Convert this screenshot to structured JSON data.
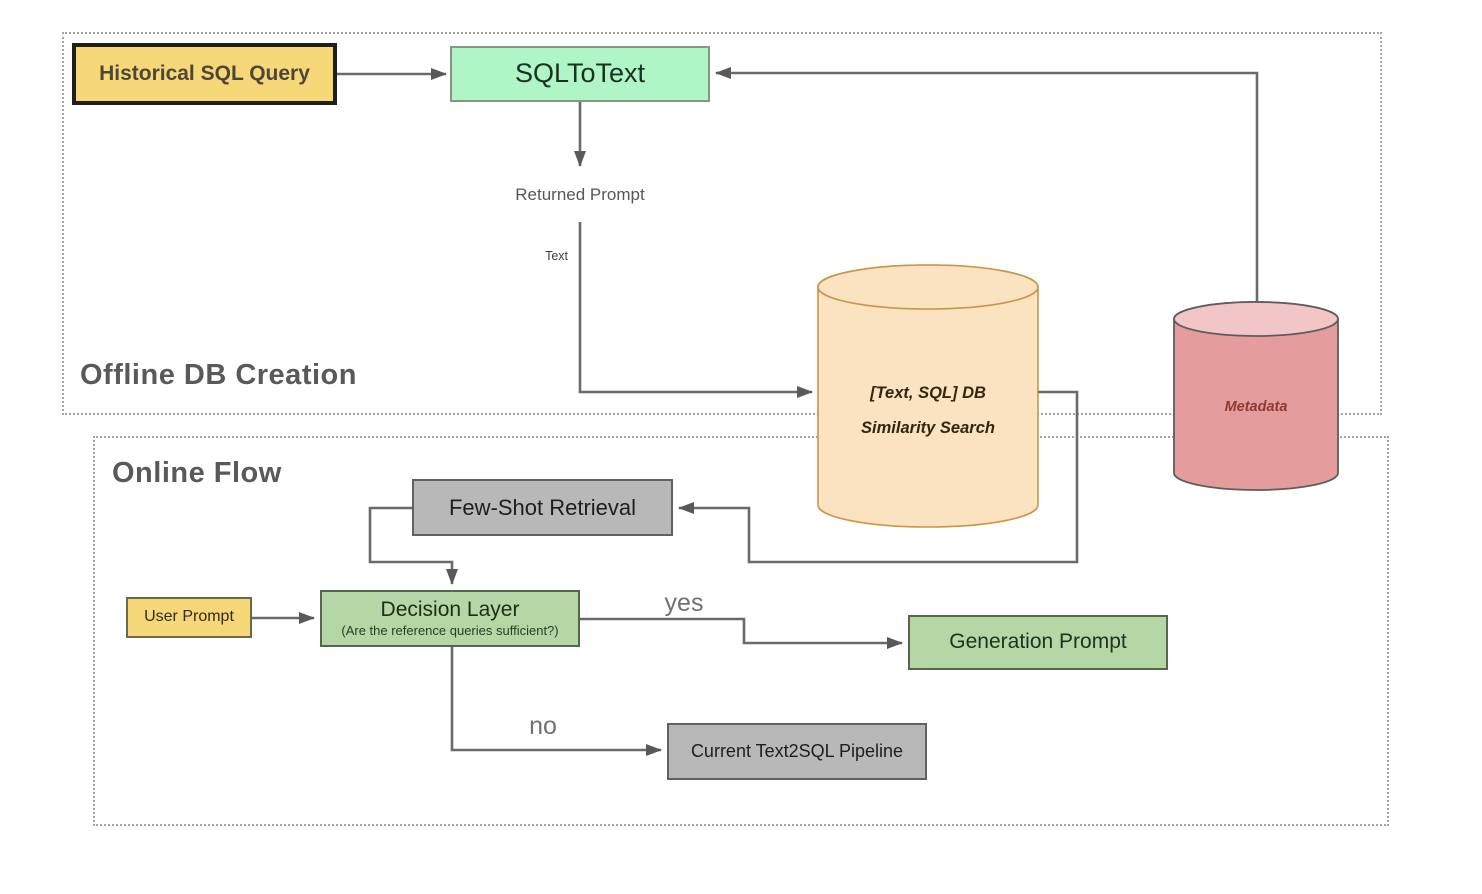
{
  "diagram": {
    "sections": {
      "offline": {
        "title": "Offline DB Creation"
      },
      "online": {
        "title": "Online Flow"
      }
    },
    "nodes": {
      "historical_sql_query": "Historical SQL Query",
      "sql_to_text": "SQLToText",
      "returned_prompt": "Returned Prompt",
      "text_sql_db_line1": "[Text, SQL] DB",
      "text_sql_db_line2": "Similarity Search",
      "metadata_db": "Metadata",
      "few_shot_retrieval": "Few-Shot Retrieval",
      "user_prompt": "User Prompt",
      "decision_layer_title": "Decision Layer",
      "decision_layer_subtitle": "(Are the reference queries sufficient?)",
      "generation_prompt": "Generation Prompt",
      "current_text2sql_pipeline": "Current Text2SQL Pipeline"
    },
    "edge_labels": {
      "text": "Text",
      "yes": "yes",
      "no": "no"
    },
    "colors": {
      "yellow_fill": "#f7d878",
      "mint_fill": "#b0f5c6",
      "green_fill": "#b5d7a5",
      "gray_fill": "#b8b8b8",
      "db_cylinder_fill": "#fbe3c1",
      "db_cylinder_stroke": "#c89648",
      "db_cylinder_text": "#33260f",
      "metadata_fill": "#e59c9c",
      "metadata_top_fill": "#f2c6c6",
      "metadata_stroke": "#5d5d5d",
      "metadata_text": "#8c3a34",
      "connector": "#6a6a6a",
      "section_title": "#595959"
    }
  }
}
